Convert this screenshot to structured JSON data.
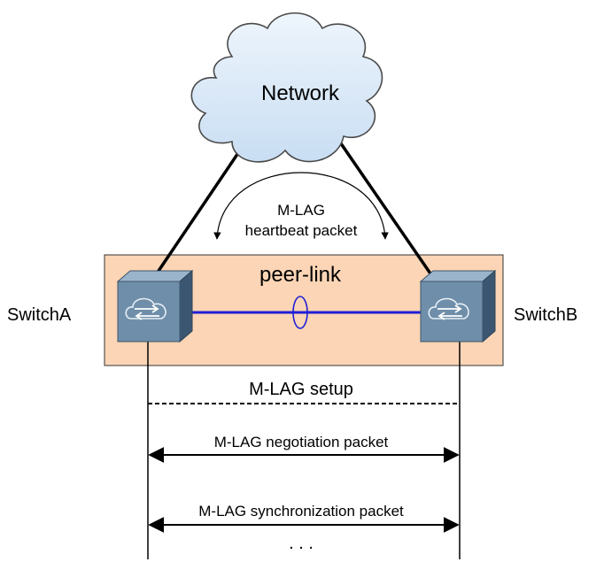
{
  "diagram": {
    "network_label": "Network",
    "heartbeat_label_line1": "M-LAG",
    "heartbeat_label_line2": "heartbeat packet",
    "peer_link_label": "peer-link",
    "switch_a_label": "SwitchA",
    "switch_b_label": "SwitchB",
    "setup_label": "M-LAG setup",
    "negotiation_label": "M-LAG negotiation packet",
    "sync_label": "M-LAG synchronization packet",
    "ellipsis": ". . ."
  },
  "colors": {
    "cloud_fill": "#dbe9f8",
    "cloud_stroke": "#4a4a4a",
    "box_fill": "#fbd5b5",
    "box_stroke": "#333333",
    "peer_link": "#1f1fd6",
    "switch_body": "#4c6a86",
    "switch_face": "#7e9cb7",
    "line": "#000000"
  },
  "icons": [
    "cloud-icon",
    "switch-icon"
  ]
}
